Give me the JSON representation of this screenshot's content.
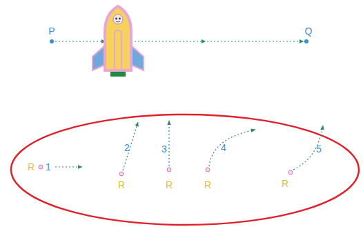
{
  "diagram": {
    "labels": [
      "P",
      "Q",
      "R",
      "1",
      "2",
      "3",
      "4",
      "5",
      "R",
      "R",
      "R",
      "R"
    ]
  }
}
